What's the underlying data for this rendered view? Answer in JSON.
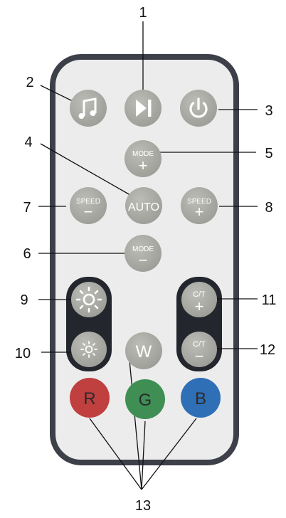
{
  "remote": {
    "buttons": {
      "music": {
        "icon": "music-note-icon"
      },
      "play_pause": {
        "icon": "play-pause-icon"
      },
      "power": {
        "icon": "power-icon"
      },
      "mode_plus": {
        "top": "MODE",
        "sign": "+"
      },
      "auto": {
        "label": "AUTO"
      },
      "speed_minus": {
        "top": "SPEED",
        "sign": "−"
      },
      "speed_plus": {
        "top": "SPEED",
        "sign": "+"
      },
      "mode_minus": {
        "top": "MODE",
        "sign": "−"
      },
      "brightness_up": {
        "icon": "brightness-up-icon"
      },
      "brightness_down": {
        "icon": "brightness-down-icon"
      },
      "ct_plus": {
        "top": "C/T",
        "sign": "+"
      },
      "ct_minus": {
        "top": "C/T",
        "sign": "−"
      },
      "white": {
        "label": "W"
      },
      "red": {
        "label": "R"
      },
      "green": {
        "label": "G"
      },
      "blue": {
        "label": "B"
      }
    }
  },
  "callouts": [
    "1",
    "2",
    "3",
    "4",
    "5",
    "6",
    "7",
    "8",
    "9",
    "10",
    "11",
    "12",
    "13"
  ],
  "colors": {
    "body_fill": "#ececec",
    "body_stroke": "#3d4049",
    "button_gray": "#a9a9a3",
    "pod_dark": "#23262d",
    "red": "#c0403f",
    "green": "#3f8f55",
    "blue": "#2f6fb5",
    "letter_dark": "#2a2a2a"
  }
}
